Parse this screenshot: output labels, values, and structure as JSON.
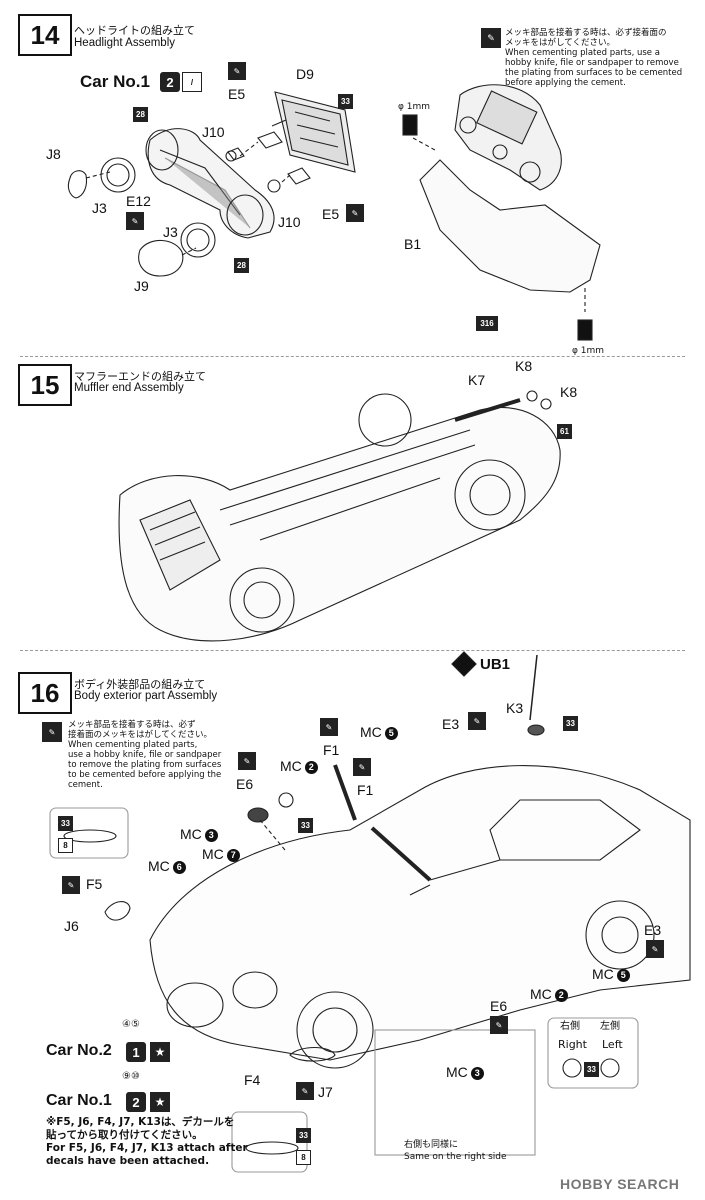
{
  "steps": [
    {
      "number": "14",
      "title_jp": "ヘッドライトの組み立て",
      "title_en": "Headlight Assembly"
    },
    {
      "number": "15",
      "title_jp": "マフラーエンドの組み立て",
      "title_en": "Muffler end Assembly"
    },
    {
      "number": "16",
      "title_jp": "ボディ外装部品の組み立て",
      "title_en": "Body exterior part Assembly"
    }
  ],
  "plating_note": {
    "jp1": "メッキ部品を接着する時は、必ず接着面の",
    "jp2": "メッキをはがしてください。",
    "en1": "When cementing plated parts, use a",
    "en2": "hobby knife, file or sandpaper to remove",
    "en3": "the plating from surfaces to be cemented",
    "en4": "before applying the cement."
  },
  "plating_note16": {
    "jp1": "メッキ部品を接着する時は、必ず",
    "jp2": "接着面のメッキをはがしてください。",
    "en1": "When cementing plated parts,",
    "en2": "use a hobby knife, file or sandpaper",
    "en3": "to remove the plating from surfaces",
    "en4": "to be cemented before applying the",
    "en5": "cement."
  },
  "car_no1": "Car No.1",
  "car_no2": "Car No.2",
  "car_no1_num": "2",
  "car_no2_num": "1",
  "star": "★",
  "step14_labels": {
    "d9": "D9",
    "e5a": "E5",
    "e5b": "E5",
    "j10a": "J10",
    "j10b": "J10",
    "j8": "J8",
    "j3a": "J3",
    "j3b": "J3",
    "e12": "E12",
    "j9": "J9",
    "b1": "B1",
    "phi_top": "φ 1mm",
    "phi_bottom": "φ 1mm",
    "c28a": "28",
    "c28b": "28",
    "c33": "33",
    "c316": "316"
  },
  "step15_labels": {
    "k7": "K7",
    "k8a": "K8",
    "k8b": "K8",
    "c61": "61"
  },
  "step16_labels": {
    "ub1": "UB1",
    "k3": "K3",
    "c33": "33",
    "mc5a": "MC",
    "mc5a_n": "5",
    "e3a": "E3",
    "e3b": "E3",
    "f1a": "F1",
    "f1b": "F1",
    "mc2a": "MC",
    "mc2a_n": "2",
    "e6a": "E6",
    "e6b": "E6",
    "mc3a": "MC",
    "mc3a_n": "3",
    "mc6": "MC",
    "mc6_n": "6",
    "mc7": "MC",
    "mc7_n": "7",
    "f5": "F5",
    "j6": "J6",
    "mc5b": "MC",
    "mc5b_n": "5",
    "mc2b": "MC",
    "mc2b_n": "2",
    "f4": "F4",
    "j7": "J7",
    "mc3b": "MC",
    "mc3b_n": "3",
    "c33_side": "33",
    "c8_side": "8",
    "c33_b": "33",
    "c8_b": "8",
    "c33_lr": "33",
    "decal_45": "④⑤",
    "decal_910": "⑨⑩",
    "right_jp": "右側",
    "left_jp": "左側",
    "right_en": "Right",
    "left_en": "Left",
    "same_jp": "右側も同様に",
    "same_en": "Same on the right side"
  },
  "decal_note": {
    "jp1": "※F5, J6, F4, J7, K13は、デカールを",
    "jp2": "貼ってから取り付けてください。",
    "en1": "For F5, J6, F4, J7, K13 attach after",
    "en2": "decals have been attached."
  },
  "watermark": "HOBBY SEARCH"
}
